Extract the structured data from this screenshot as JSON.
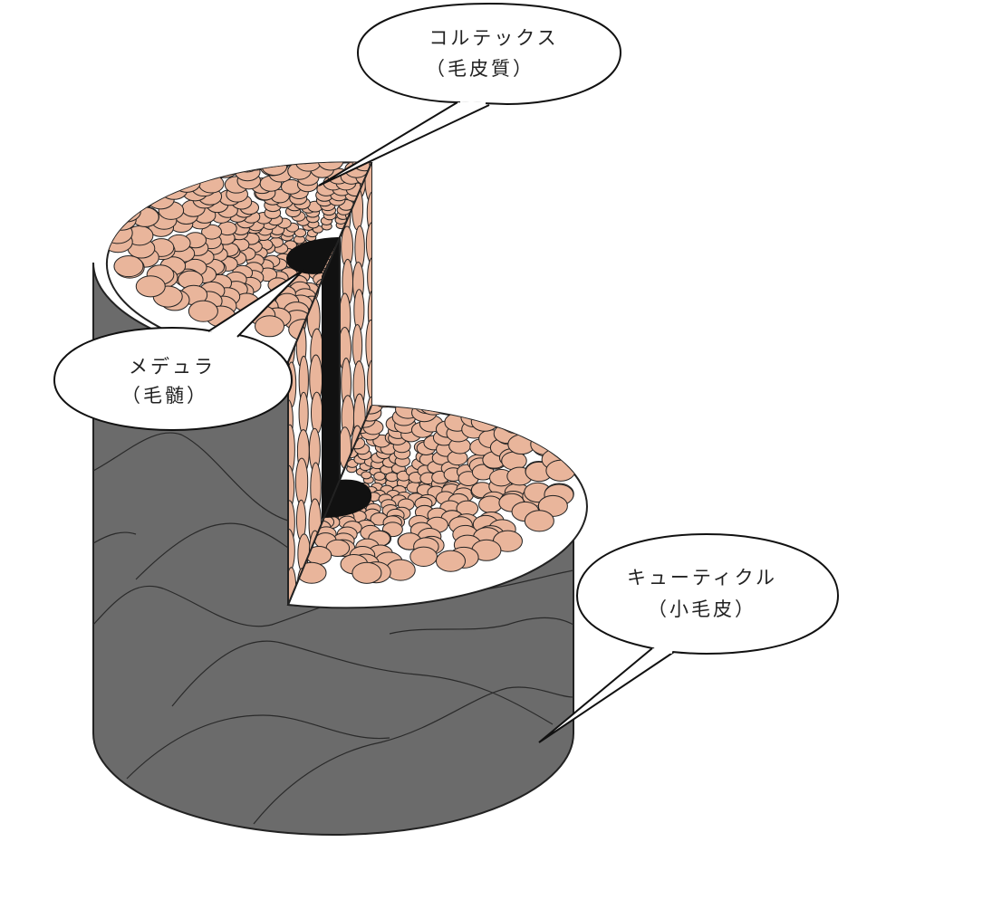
{
  "diagram": {
    "labels": {
      "cortex": {
        "name": "コルテックス",
        "sub": "（毛皮質）"
      },
      "medulla": {
        "name": "メデュラ",
        "sub": "（毛髄）"
      },
      "cuticle": {
        "name": "キューティクル",
        "sub": "（小毛皮）"
      }
    },
    "colors": {
      "cuticle": "#6b6b6b",
      "cortex_cell": "#e9b59b",
      "medulla": "#111111",
      "outline": "#222222"
    }
  }
}
